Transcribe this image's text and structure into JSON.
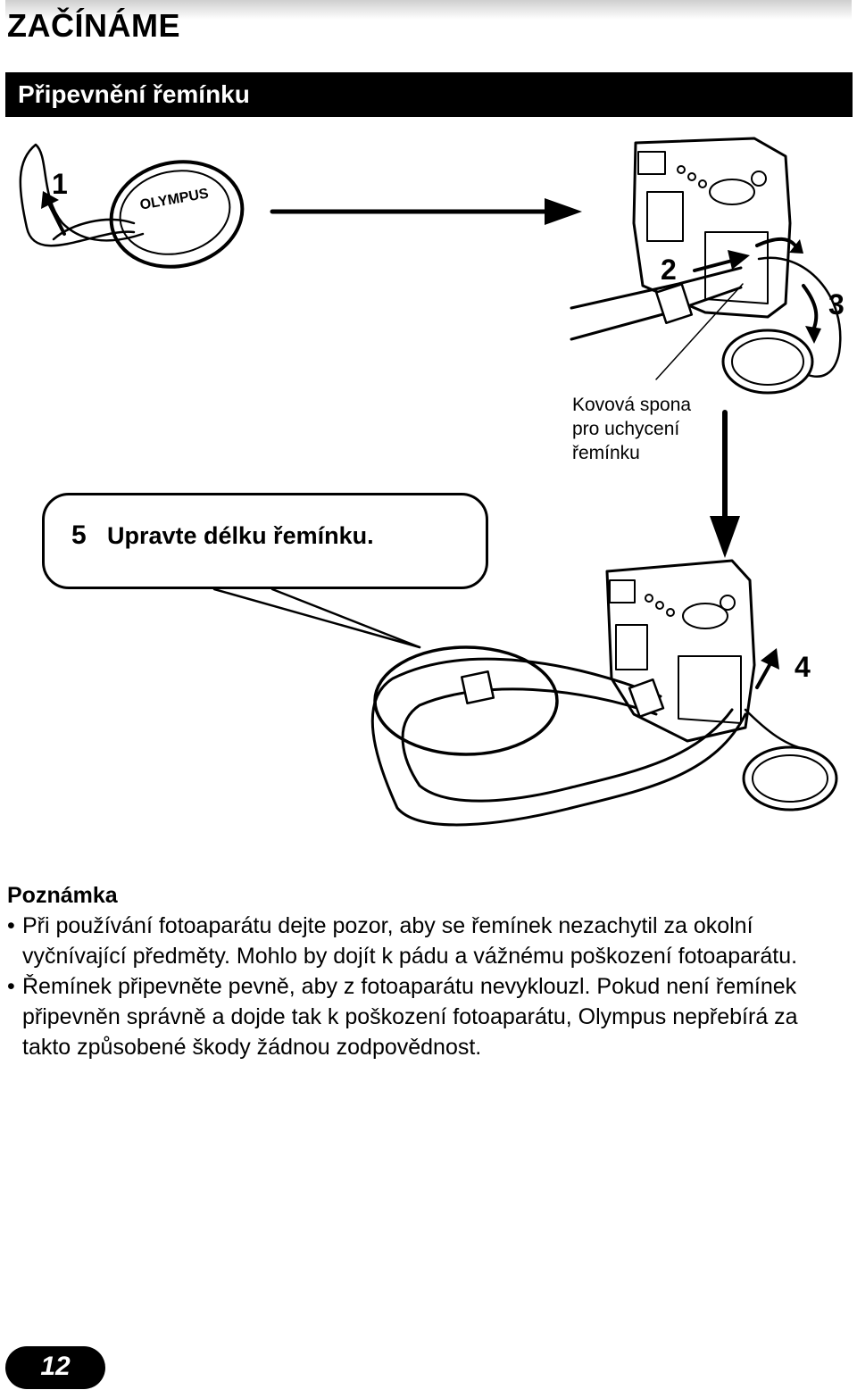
{
  "header": {
    "chapter_title": "ZAČÍNÁME",
    "section_title": "Připevnění řemínku"
  },
  "illustration": {
    "steps": [
      "1",
      "2",
      "3",
      "4"
    ],
    "lens_cap_logo": "OLYMPUS",
    "clip_label": [
      "Kovová spona",
      "pro uchycení",
      "řemínku"
    ],
    "callout": {
      "number": "5",
      "text": "Upravte délku řemínku."
    }
  },
  "note": {
    "heading": "Poznámka",
    "items": [
      "Při používání fotoaparátu dejte pozor, aby se řemínek nezachytil za okolní vyčnívající předměty. Mohlo by dojít k pádu a vážnému poškození fotoaparátu.",
      "Řemínek připevněte pevně, aby z fotoaparátu nevyklouzl. Pokud není řemínek připevněn správně a dojde tak k poškození fotoaparátu, Olympus nepřebírá za takto způsobené škody žádnou zodpovědnost."
    ],
    "bullet": "•"
  },
  "footer": {
    "page_number": "12"
  }
}
